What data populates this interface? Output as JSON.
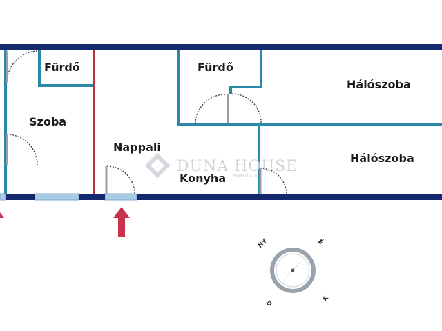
{
  "rooms": {
    "furdo_left": "Fürdő",
    "furdo_right": "Fürdő",
    "szoba": "Szoba",
    "nappali": "Nappali",
    "konyha": "Konyha",
    "haloszoba_top": "Hálószoba",
    "haloszoba_bottom": "Hálószoba"
  },
  "watermark": {
    "brand": "DUNA HOUSE",
    "url": "www.dh.hu"
  },
  "compass": {
    "letters": [
      "NY",
      "É",
      "K",
      "D"
    ]
  },
  "colors": {
    "outer_wall": "#152a6e",
    "inner_wall": "#2a89a8",
    "red_wall": "#c0303b",
    "entrance_arrow": "#c8324a",
    "window": "#9fc6e4"
  }
}
